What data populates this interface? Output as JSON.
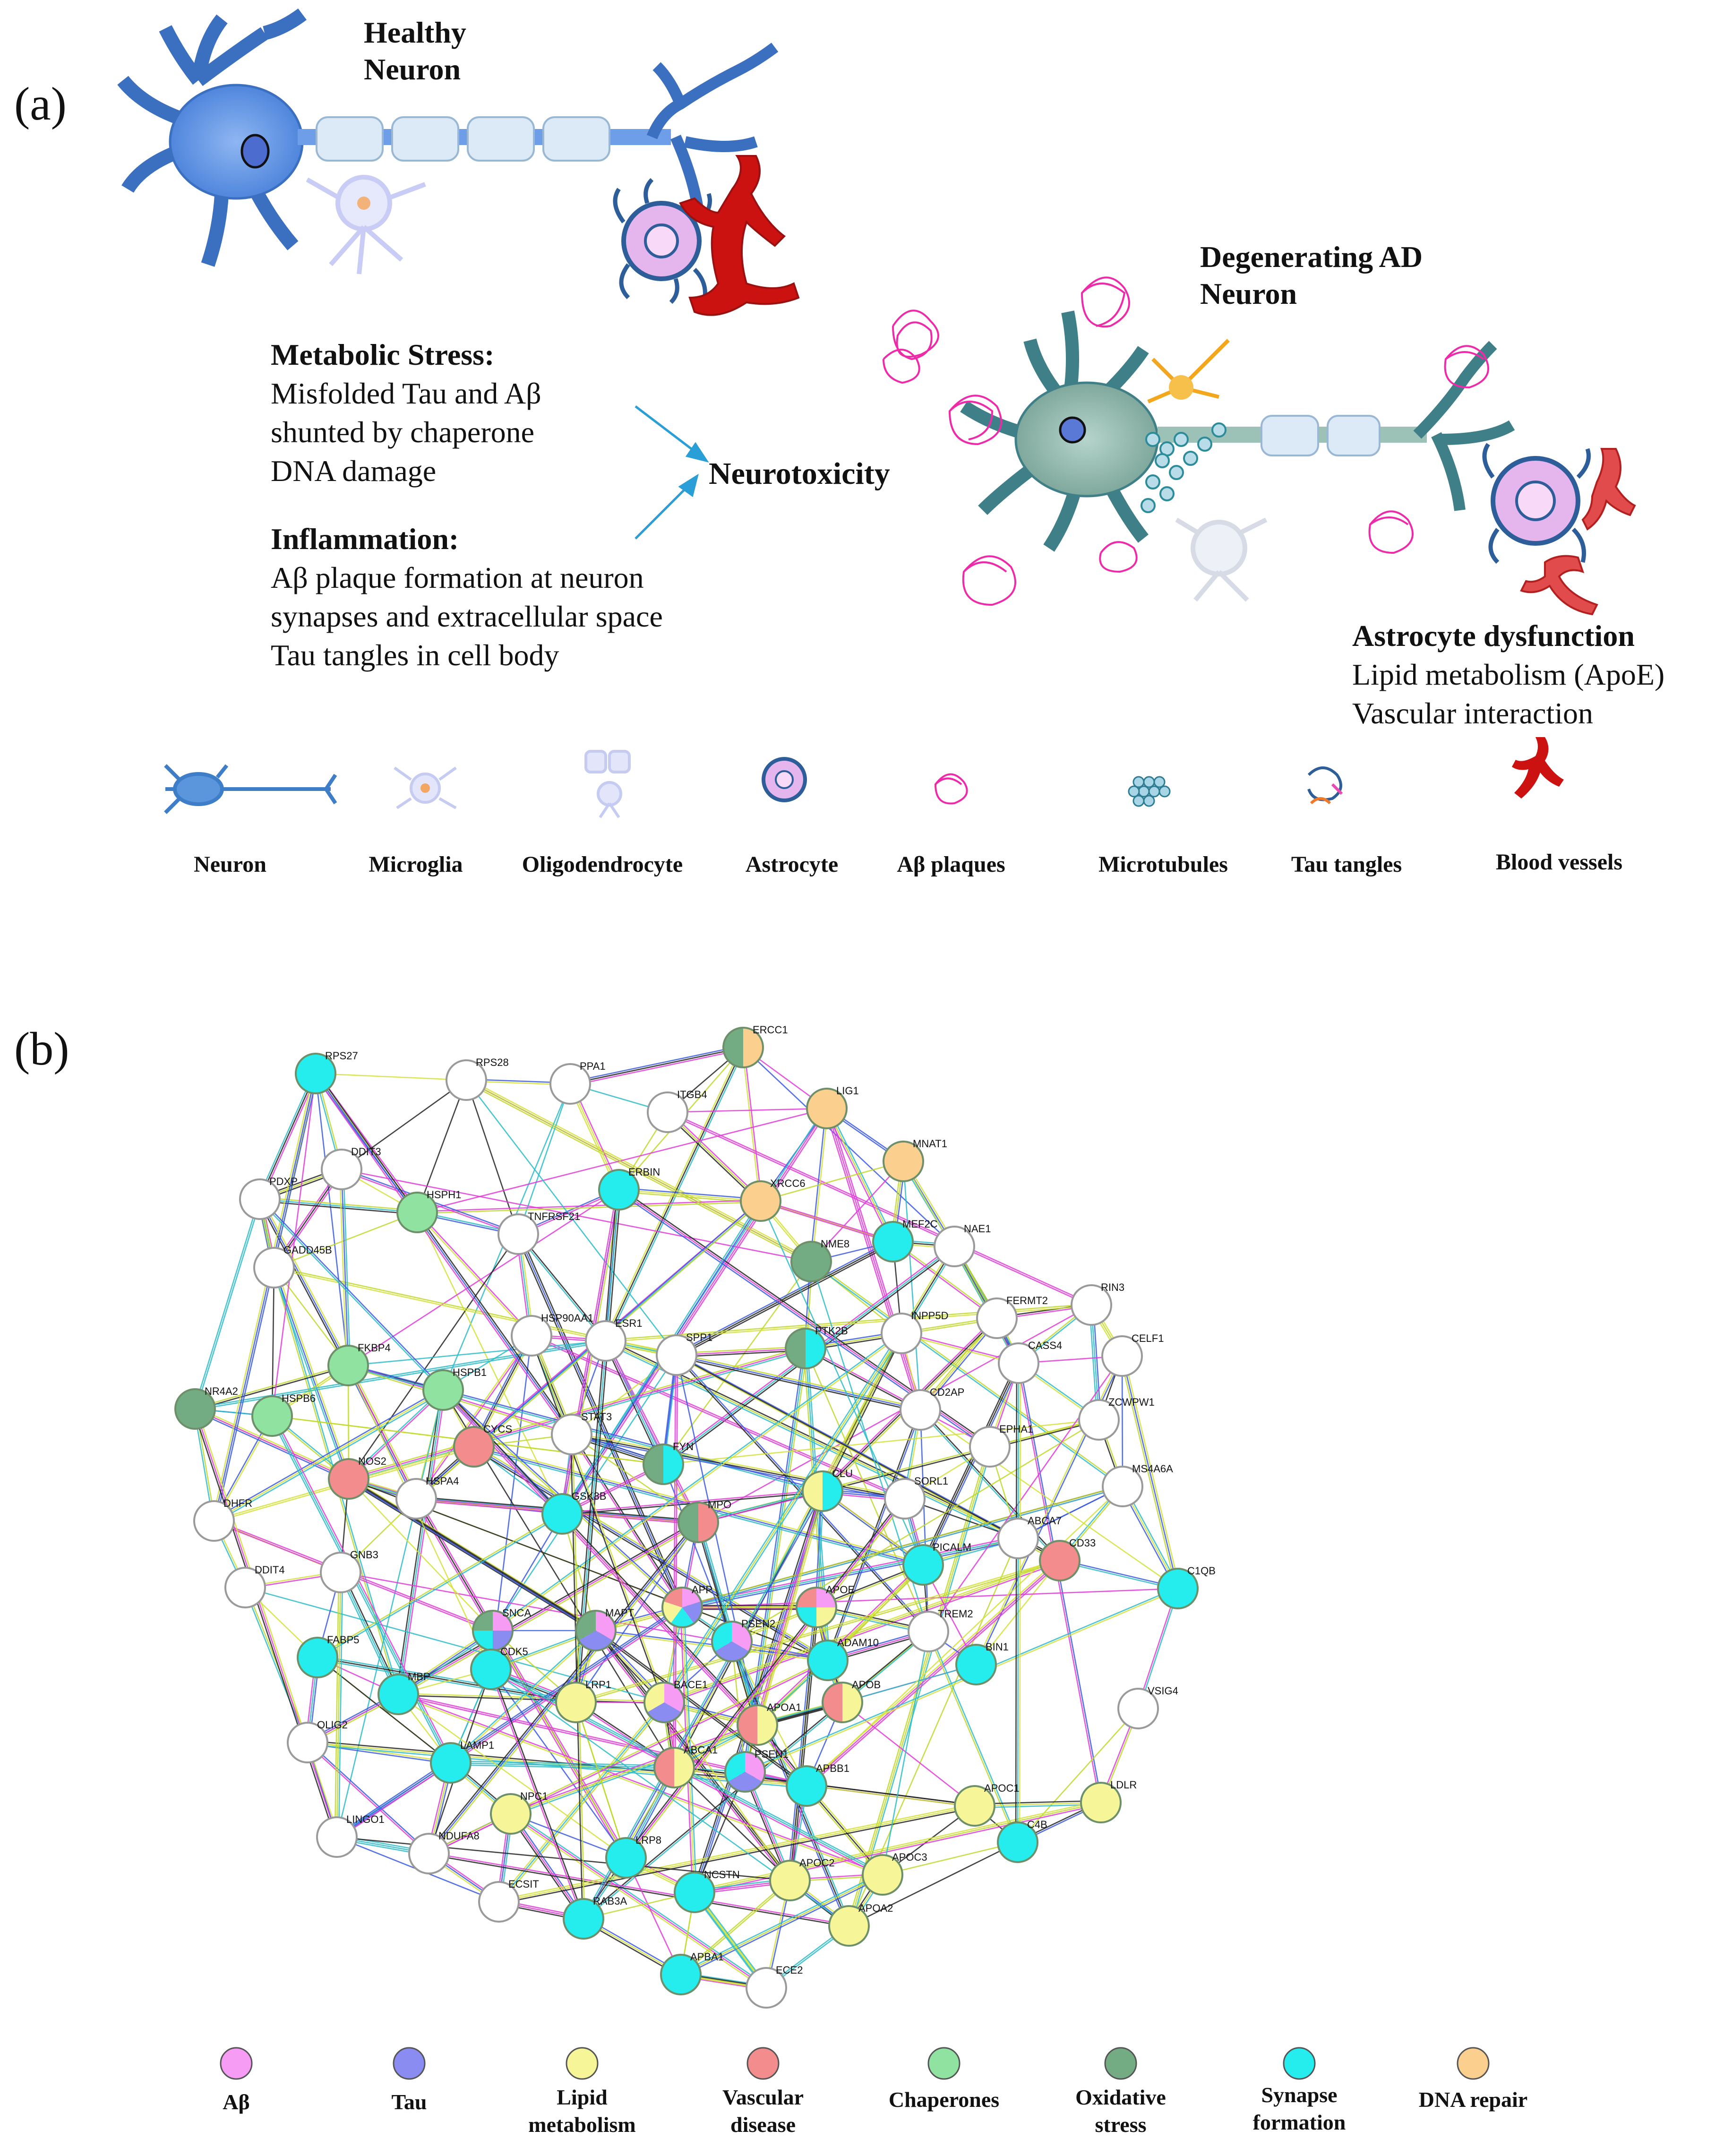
{
  "panel_a": {
    "label": "(a)",
    "healthy_title": [
      "Healthy",
      "Neuron"
    ],
    "degenerating_title": [
      "Degenerating AD",
      "Neuron"
    ],
    "metabolic_heading": "Metabolic Stress:",
    "metabolic_lines": [
      "Misfolded Tau and Aβ",
      "shunted by chaperone",
      "DNA damage"
    ],
    "inflammation_heading": "Inflammation:",
    "inflammation_lines": [
      "Aβ plaque formation at neuron",
      "synapses and extracellular space",
      "Tau tangles in cell body"
    ],
    "center_label": "Neurotoxicity",
    "astro_heading": "Astrocyte dysfunction",
    "astro_lines": [
      "Lipid metabolism (ApoE)",
      "Vascular interaction"
    ],
    "legend": [
      {
        "label": "Neuron",
        "icon": "neuron-icon"
      },
      {
        "label": "Microglia",
        "icon": "microglia-icon"
      },
      {
        "label": "Oligodendrocyte",
        "icon": "oligodendrocyte-icon"
      },
      {
        "label": "Astrocyte",
        "icon": "astrocyte-icon"
      },
      {
        "label": "Aβ plaques",
        "icon": "plaque-icon"
      },
      {
        "label": "Microtubules",
        "icon": "microtubules-icon"
      },
      {
        "label": "Tau tangles",
        "icon": "tau-tangles-icon"
      },
      {
        "label": "Blood vessels",
        "icon": "blood-vessel-icon"
      }
    ],
    "colors": {
      "neuron": "#6e9ee8",
      "ad_neuron": "#9cc2b8",
      "vessel": "#cc1111",
      "plaque": "#ee2aa8",
      "astrocyte": "#2e5e9a"
    }
  },
  "panel_b": {
    "label": "(b)",
    "categories": [
      {
        "key": "ab",
        "label": "Aβ",
        "color": "#f79cf5"
      },
      {
        "key": "tau",
        "label": "Tau",
        "color": "#8a8cf2"
      },
      {
        "key": "lipid",
        "label": "Lipid metabolism",
        "color": "#f6f598"
      },
      {
        "key": "vasc",
        "label": "Vascular disease",
        "color": "#f38c8c"
      },
      {
        "key": "chap",
        "label": "Chaperones",
        "color": "#8fe2a0"
      },
      {
        "key": "ox",
        "label": "Oxidative stress",
        "color": "#73ac83"
      },
      {
        "key": "syn",
        "label": "Synapse formation",
        "color": "#25eded"
      },
      {
        "key": "dna",
        "label": "DNA repair",
        "color": "#fbcf8e"
      }
    ],
    "nodes": [
      {
        "id": "RPS27",
        "cats": [
          "syn"
        ]
      },
      {
        "id": "RPS28",
        "cats": []
      },
      {
        "id": "PPA1",
        "cats": []
      },
      {
        "id": "ERCC1",
        "cats": [
          "dna",
          "ox"
        ]
      },
      {
        "id": "ITGB4",
        "cats": []
      },
      {
        "id": "LIG1",
        "cats": [
          "dna"
        ]
      },
      {
        "id": "MNAT1",
        "cats": [
          "dna"
        ]
      },
      {
        "id": "DDIT3",
        "cats": []
      },
      {
        "id": "PDXP",
        "cats": []
      },
      {
        "id": "HSPH1",
        "cats": [
          "chap"
        ]
      },
      {
        "id": "ERBIN",
        "cats": [
          "syn"
        ]
      },
      {
        "id": "XRCC6",
        "cats": [
          "dna"
        ]
      },
      {
        "id": "TNFRSF21",
        "cats": []
      },
      {
        "id": "GADD45B",
        "cats": []
      },
      {
        "id": "NME8",
        "cats": [
          "ox"
        ]
      },
      {
        "id": "MEF2C",
        "cats": [
          "syn"
        ]
      },
      {
        "id": "NAE1",
        "cats": []
      },
      {
        "id": "RIN3",
        "cats": []
      },
      {
        "id": "FERMT2",
        "cats": []
      },
      {
        "id": "HSP90AA1",
        "cats": []
      },
      {
        "id": "ESR1",
        "cats": []
      },
      {
        "id": "SPP1",
        "cats": []
      },
      {
        "id": "PTK2B",
        "cats": [
          "syn",
          "ox"
        ]
      },
      {
        "id": "INPP5D",
        "cats": []
      },
      {
        "id": "CASS4",
        "cats": []
      },
      {
        "id": "CELF1",
        "cats": []
      },
      {
        "id": "FKBP4",
        "cats": [
          "chap"
        ]
      },
      {
        "id": "NR4A2",
        "cats": [
          "ox"
        ]
      },
      {
        "id": "HSPB6",
        "cats": [
          "chap"
        ]
      },
      {
        "id": "HSPB1",
        "cats": [
          "chap"
        ]
      },
      {
        "id": "STAT3",
        "cats": []
      },
      {
        "id": "CD2AP",
        "cats": []
      },
      {
        "id": "ZCWPW1",
        "cats": []
      },
      {
        "id": "CYCS",
        "cats": [
          "vasc"
        ]
      },
      {
        "id": "NOS2",
        "cats": [
          "vasc"
        ]
      },
      {
        "id": "FYN",
        "cats": [
          "syn",
          "ox"
        ]
      },
      {
        "id": "EPHA1",
        "cats": []
      },
      {
        "id": "MS4A6A",
        "cats": []
      },
      {
        "id": "HSPA4",
        "cats": []
      },
      {
        "id": "DHFR",
        "cats": []
      },
      {
        "id": "GSK3B",
        "cats": [
          "syn"
        ]
      },
      {
        "id": "MPO",
        "cats": [
          "vasc",
          "ox"
        ]
      },
      {
        "id": "CLU",
        "cats": [
          "syn",
          "lipid"
        ]
      },
      {
        "id": "SORL1",
        "cats": []
      },
      {
        "id": "ABCA7",
        "cats": []
      },
      {
        "id": "CD33",
        "cats": [
          "vasc"
        ]
      },
      {
        "id": "DDIT4",
        "cats": []
      },
      {
        "id": "GNB3",
        "cats": []
      },
      {
        "id": "PICALM",
        "cats": [
          "syn"
        ]
      },
      {
        "id": "C1QB",
        "cats": [
          "syn"
        ]
      },
      {
        "id": "APP",
        "cats": [
          "ab",
          "tau",
          "syn",
          "lipid",
          "vasc"
        ]
      },
      {
        "id": "APOE",
        "cats": [
          "ab",
          "lipid",
          "syn",
          "vasc"
        ]
      },
      {
        "id": "SNCA",
        "cats": [
          "ab",
          "tau",
          "syn",
          "ox"
        ]
      },
      {
        "id": "MAPT",
        "cats": [
          "ab",
          "tau",
          "ox"
        ]
      },
      {
        "id": "PSEN2",
        "cats": [
          "ab",
          "tau",
          "syn"
        ]
      },
      {
        "id": "TREM2",
        "cats": []
      },
      {
        "id": "FABP5",
        "cats": [
          "syn"
        ]
      },
      {
        "id": "CDK5",
        "cats": [
          "syn"
        ]
      },
      {
        "id": "ADAM10",
        "cats": [
          "syn"
        ]
      },
      {
        "id": "BIN1",
        "cats": [
          "syn"
        ]
      },
      {
        "id": "MBP",
        "cats": [
          "syn"
        ]
      },
      {
        "id": "LRP1",
        "cats": [
          "lipid"
        ]
      },
      {
        "id": "BACE1",
        "cats": [
          "ab",
          "tau",
          "lipid"
        ]
      },
      {
        "id": "APOB",
        "cats": [
          "lipid",
          "vasc"
        ]
      },
      {
        "id": "OLIG2",
        "cats": []
      },
      {
        "id": "VSIG4",
        "cats": []
      },
      {
        "id": "APOA1",
        "cats": [
          "lipid",
          "vasc"
        ]
      },
      {
        "id": "LAMP1",
        "cats": [
          "syn"
        ]
      },
      {
        "id": "ABCA1",
        "cats": [
          "lipid",
          "vasc"
        ]
      },
      {
        "id": "PSEN1",
        "cats": [
          "ab",
          "tau",
          "syn"
        ]
      },
      {
        "id": "APBB1",
        "cats": [
          "syn"
        ]
      },
      {
        "id": "LINGO1",
        "cats": []
      },
      {
        "id": "NPC1",
        "cats": [
          "lipid"
        ]
      },
      {
        "id": "APOC1",
        "cats": [
          "lipid"
        ]
      },
      {
        "id": "LDLR",
        "cats": [
          "lipid"
        ]
      },
      {
        "id": "NDUFA8",
        "cats": []
      },
      {
        "id": "LRP8",
        "cats": [
          "syn"
        ]
      },
      {
        "id": "C4B",
        "cats": [
          "syn"
        ]
      },
      {
        "id": "ECSIT",
        "cats": []
      },
      {
        "id": "NCSTN",
        "cats": [
          "syn"
        ]
      },
      {
        "id": "APOC2",
        "cats": [
          "lipid"
        ]
      },
      {
        "id": "APOC3",
        "cats": [
          "lipid"
        ]
      },
      {
        "id": "RAB3A",
        "cats": [
          "syn"
        ]
      },
      {
        "id": "APOA2",
        "cats": [
          "lipid"
        ]
      },
      {
        "id": "APBA1",
        "cats": [
          "syn"
        ]
      },
      {
        "id": "ECE2",
        "cats": []
      }
    ]
  }
}
